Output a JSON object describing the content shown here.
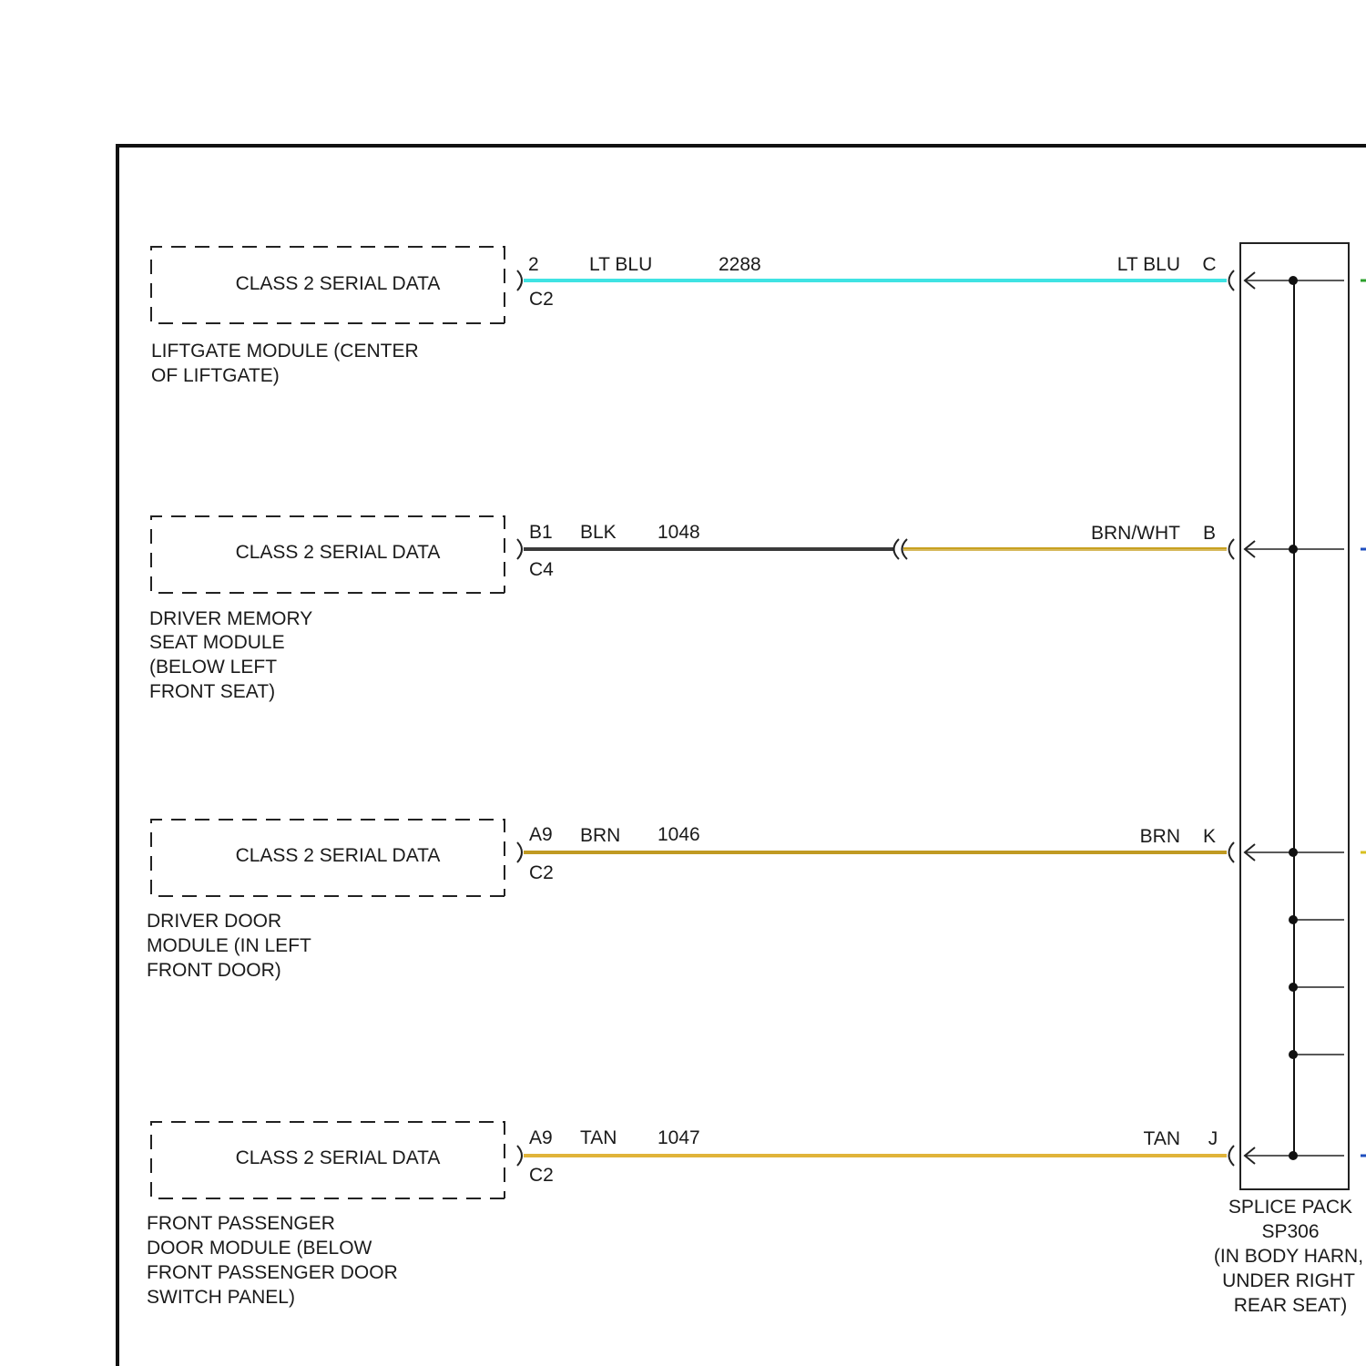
{
  "splice": {
    "label_lines": [
      "SPLICE PACK",
      "SP306",
      "(IN BODY HARN,",
      "UNDER RIGHT",
      "REAR SEAT)"
    ]
  },
  "circuits": [
    {
      "module_box_label": "CLASS 2 SERIAL DATA",
      "module_lines": [
        "LIFTGATE MODULE (CENTER",
        "OF LIFTGATE)"
      ],
      "pin": "2",
      "connector": "C2",
      "wire_color": "LT BLU",
      "circuit_number": "2288",
      "splice_wire_color": "LT BLU",
      "splice_pin": "C",
      "color_hex": "#3fe3e3",
      "color2_hex": "#3fe3e3",
      "inline_connector": false
    },
    {
      "module_box_label": "CLASS 2 SERIAL DATA",
      "module_lines": [
        "DRIVER MEMORY",
        "SEAT MODULE",
        "(BELOW LEFT",
        "FRONT SEAT)"
      ],
      "pin": "B1",
      "connector": "C4",
      "wire_color": "BLK",
      "circuit_number": "1048",
      "splice_wire_color": "BRN/WHT",
      "splice_pin": "B",
      "color_hex": "#3a3a3a",
      "color2_hex": "#c8a020",
      "inline_connector": true
    },
    {
      "module_box_label": "CLASS 2 SERIAL DATA",
      "module_lines": [
        "DRIVER DOOR",
        "MODULE (IN LEFT",
        "FRONT DOOR)"
      ],
      "pin": "A9",
      "connector": "C2",
      "wire_color": "BRN",
      "circuit_number": "1046",
      "splice_wire_color": "BRN",
      "splice_pin": "K",
      "color_hex": "#c09a22",
      "color2_hex": "#c09a22",
      "inline_connector": false
    },
    {
      "module_box_label": "CLASS 2 SERIAL DATA",
      "module_lines": [
        "FRONT PASSENGER",
        "DOOR MODULE (BELOW",
        "FRONT PASSENGER DOOR",
        "SWITCH PANEL)"
      ],
      "pin": "A9",
      "connector": "C2",
      "wire_color": "TAN",
      "circuit_number": "1047",
      "splice_wire_color": "TAN",
      "splice_pin": "J",
      "color_hex": "#e0b43a",
      "color2_hex": "#e0b43a",
      "inline_connector": false
    }
  ],
  "stub_colors": [
    "#2ca02c",
    "#1f4fbf",
    "#d8c020",
    "#1f4fbf"
  ]
}
